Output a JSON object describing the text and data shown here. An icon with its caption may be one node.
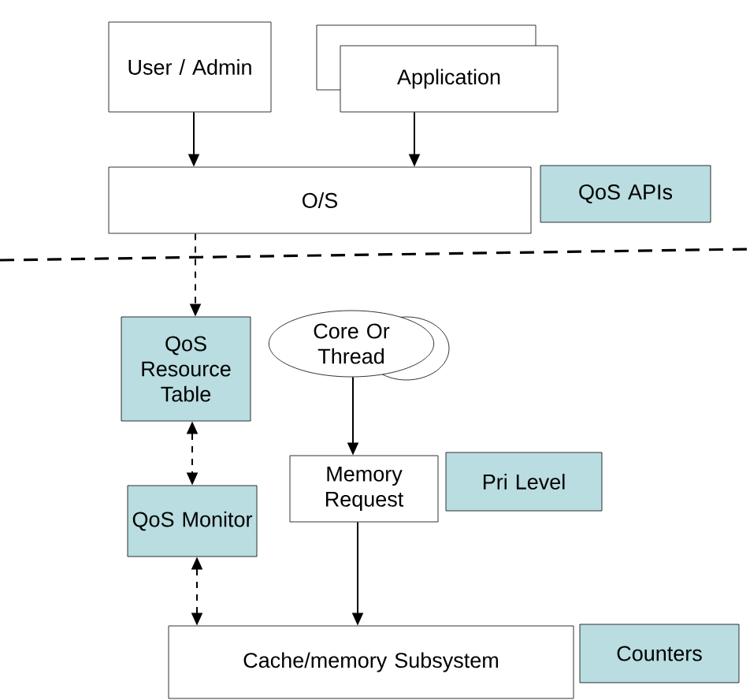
{
  "diagram": {
    "nodes": [
      {
        "text": [
          "User / Admin"
        ]
      },
      {
        "text": [
          "Application"
        ]
      },
      {
        "text": [
          "O/S"
        ]
      },
      {
        "text": [
          "QoS APIs"
        ]
      },
      {
        "text": [
          "Core Or Thread"
        ]
      },
      {
        "text": [
          "QoS Resource Table"
        ]
      },
      {
        "text": [
          "QoS Monitor"
        ]
      },
      {
        "text": [
          "Memory Request"
        ]
      },
      {
        "text": [
          "Pri Level"
        ]
      },
      {
        "text": [
          "Cache/memory Subsystem"
        ]
      },
      {
        "text": [
          "Counters"
        ]
      }
    ],
    "edges": [
      {
        "from": 0,
        "to": 2,
        "arrow": "to"
      },
      {
        "from": 1,
        "to": 2,
        "arrow": "to"
      },
      {
        "from": 2,
        "to": 5,
        "arrow": "to",
        "style": "dashed"
      },
      {
        "from": 5,
        "to": 6,
        "arrow": "both",
        "style": "dashed"
      },
      {
        "from": 6,
        "to": 9,
        "arrow": "both",
        "style": "dashed"
      },
      {
        "from": 4,
        "to": 7,
        "arrow": "to"
      },
      {
        "from": 7,
        "to": 9,
        "arrow": "to"
      }
    ]
  }
}
